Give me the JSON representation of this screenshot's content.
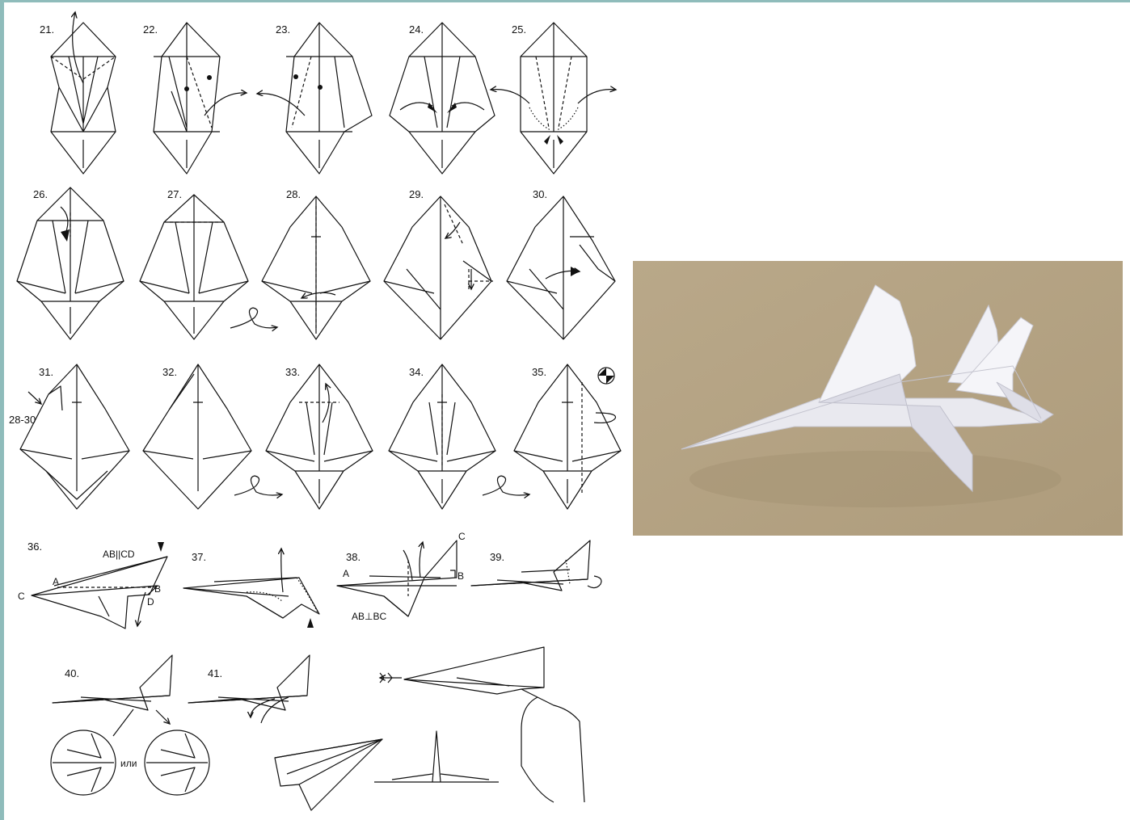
{
  "steps": {
    "s21": "21.",
    "s22": "22.",
    "s23": "23.",
    "s24": "24.",
    "s25": "25.",
    "s26": "26.",
    "s27": "27.",
    "s28": "28.",
    "s29": "29.",
    "s30": "30.",
    "s31": "31.",
    "s32": "32.",
    "s33": "33.",
    "s34": "34.",
    "s35": "35.",
    "s36": "36.",
    "s37": "37.",
    "s38": "38.",
    "s39": "39.",
    "s40": "40.",
    "s41": "41."
  },
  "annotations": {
    "repeat_ref": "28-30",
    "parallel_note": "AB||CD",
    "perpendicular_note": "AB⊥BC",
    "or_word": "или",
    "point_a": "A",
    "point_b": "B",
    "point_c": "C",
    "point_d": "D"
  },
  "photo": {
    "subject": "folded white paper jet airplane on brown paper",
    "colors": {
      "background": "#b6a486",
      "paper": "#f2f2f6"
    }
  },
  "colors": {
    "frame": "#8fbcbb",
    "ink": "#111111"
  }
}
